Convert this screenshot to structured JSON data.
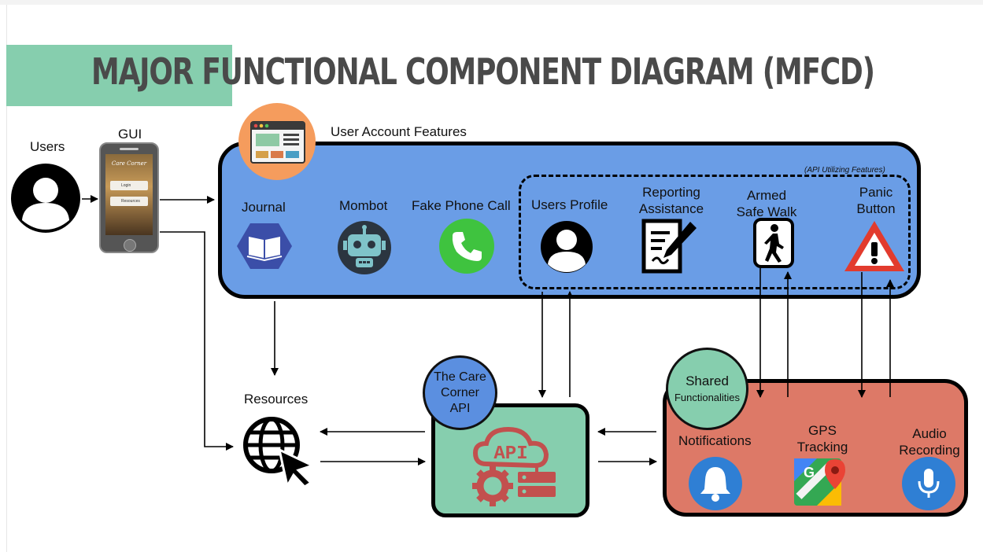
{
  "title": "MAJOR FUNCTIONAL COMPONENT DIAGRAM (MFCD)",
  "labels": {
    "users": "Users",
    "gui": "GUI",
    "user_account_features": "User Account Features",
    "api_utilizing_features": "(API Utilizing Features)",
    "resources": "Resources"
  },
  "phone_screen": {
    "title": "Care Corner",
    "login": "Login",
    "resources": "Resources"
  },
  "features": {
    "journal": "Journal",
    "mombot": "Mombot",
    "fake_phone_call": "Fake Phone Call",
    "users_profile": "Users Profile",
    "reporting_assistance": [
      "Reporting",
      "Assistance"
    ],
    "armed_safe_walk": [
      "Armed",
      "Safe Walk"
    ],
    "panic_button": [
      "Panic",
      "Button"
    ]
  },
  "api": {
    "badge": [
      "The Care",
      "Corner",
      "API"
    ],
    "icon_text": "API"
  },
  "shared": {
    "badge": [
      "Shared",
      "Functionalities"
    ],
    "notifications": "Notifications",
    "gps_tracking": [
      "GPS",
      "Tracking"
    ],
    "gps_icon_letter": "G",
    "audio_recording": [
      "Audio",
      "Recording"
    ]
  },
  "colors": {
    "title_accent": "#86ceae",
    "user_box": "#6a9de6",
    "api_box": "#86ceae",
    "shared_box": "#dd7967",
    "badge_blue": "#5b8fe0",
    "badge_green": "#86ceae",
    "title_text": "#4a4a4a"
  },
  "icons": [
    "user-avatar-icon",
    "smartphone-icon",
    "browser-window-icon",
    "book-icon",
    "robot-icon",
    "phone-icon",
    "user-profile-icon",
    "report-edit-icon",
    "walking-person-icon",
    "warning-icon",
    "globe-cursor-icon",
    "api-cloud-gear-icon",
    "bell-icon",
    "map-pin-icon",
    "microphone-icon"
  ]
}
